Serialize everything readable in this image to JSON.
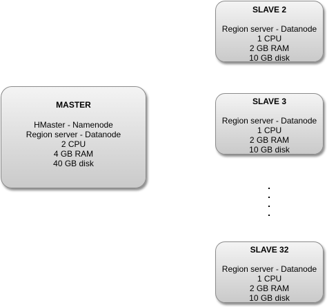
{
  "master": {
    "title": "MASTER",
    "lines": [
      "HMaster - Namenode",
      "Region server - Datanode",
      "2 CPU",
      "4 GB RAM",
      "40 GB disk"
    ]
  },
  "slaves": [
    {
      "title": "SLAVE 2",
      "lines": [
        "Region server - Datanode",
        "1 CPU",
        "2 GB RAM",
        "10 GB disk"
      ]
    },
    {
      "title": "SLAVE 3",
      "lines": [
        "Region server - Datanode",
        "1 CPU",
        "2 GB RAM",
        "10 GB disk"
      ]
    },
    {
      "title": "SLAVE 32",
      "lines": [
        "Region server - Datanode",
        "1 CPU",
        "2 GB RAM",
        "10 GB disk"
      ]
    }
  ]
}
